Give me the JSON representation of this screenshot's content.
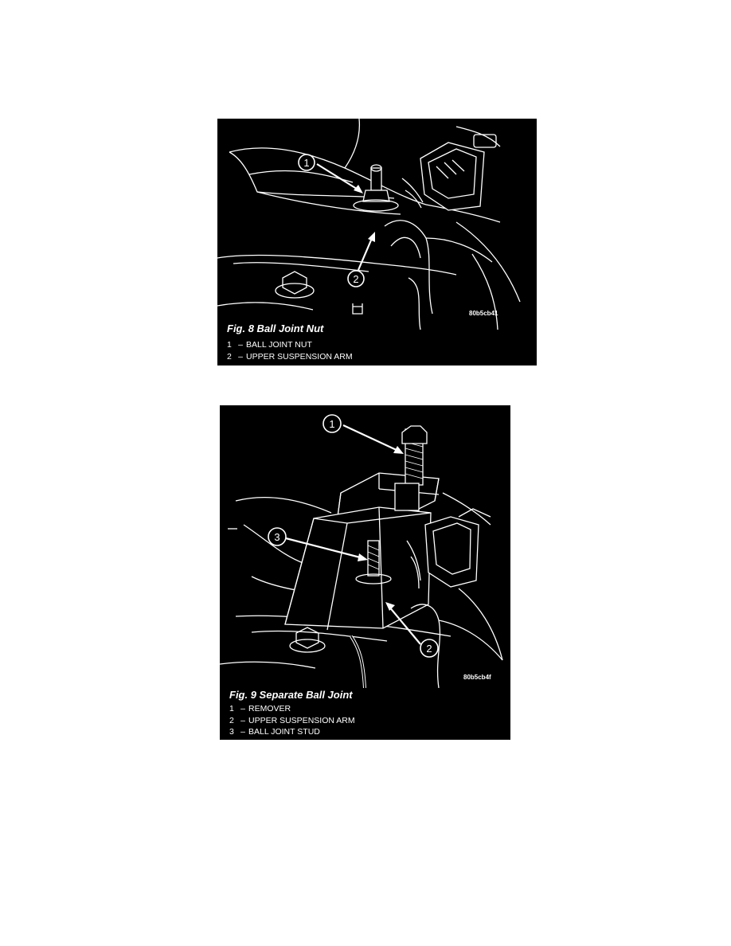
{
  "figures": [
    {
      "caption": "Fig. 8 Ball Joint Nut",
      "image_code": "80b5cb41",
      "callouts": [
        "1",
        "2"
      ],
      "legend": [
        {
          "num": "1",
          "label": "BALL JOINT NUT"
        },
        {
          "num": "2",
          "label": "UPPER SUSPENSION ARM"
        }
      ]
    },
    {
      "caption": "Fig. 9 Separate Ball Joint",
      "image_code": "80b5cb4f",
      "callouts": [
        "1",
        "3",
        "2"
      ],
      "legend": [
        {
          "num": "1",
          "label": "REMOVER"
        },
        {
          "num": "2",
          "label": "UPPER SUSPENSION ARM"
        },
        {
          "num": "3",
          "label": "BALL JOINT STUD"
        }
      ]
    }
  ]
}
